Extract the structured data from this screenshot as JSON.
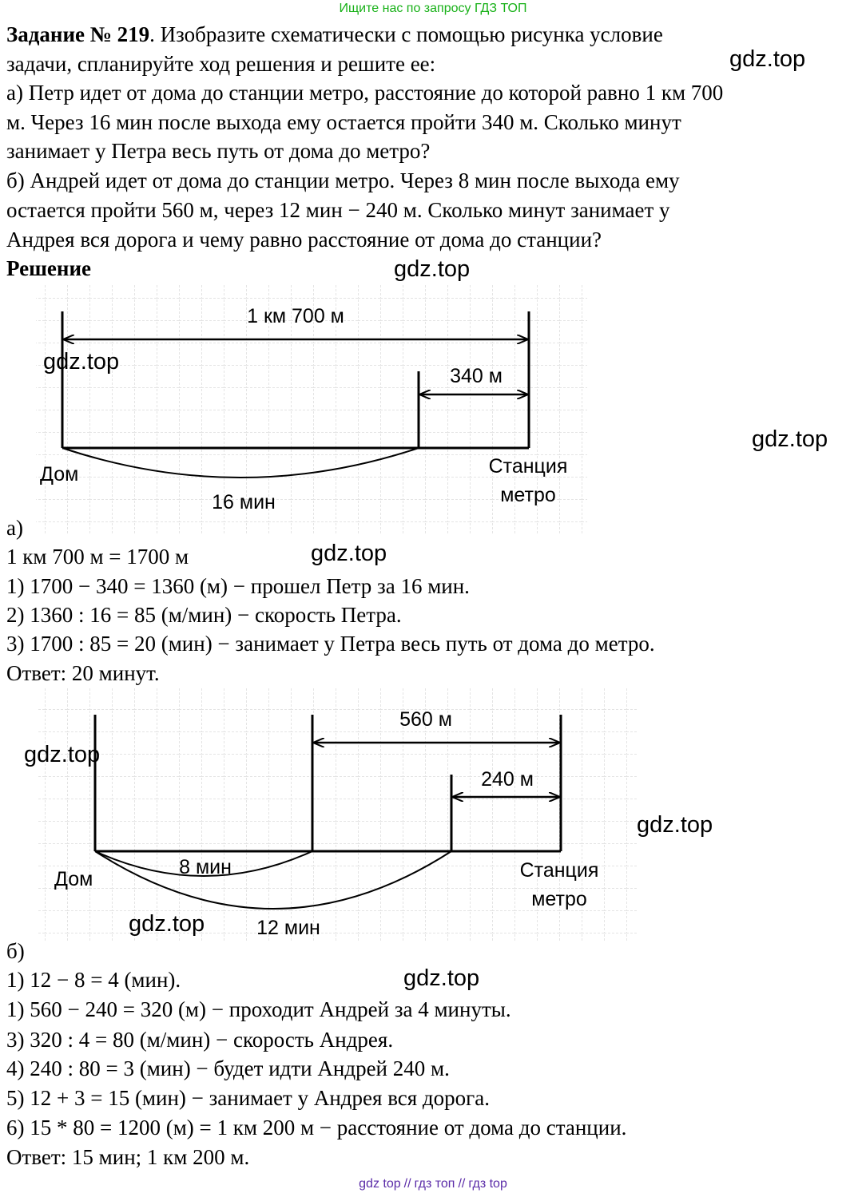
{
  "top_link": "Ищите нас по запросу ГДЗ ТОП",
  "task": {
    "title": "Задание № 219",
    "intro_line1_rest": ". Изобразите схематически с помощью рисунка условие",
    "intro_line2": "задачи, спланируйте ход решения и решите ее:",
    "a_lines": [
      "а) Петр идет от дома до станции метро, расстояние до которой равно 1 км 700",
      "м. Через 16 мин после выхода ему остается пройти 340 м. Сколько минут",
      "занимает у Петра весь путь от дома до метро?"
    ],
    "b_lines": [
      "б) Андрей идет от дома до станции метро. Через 8 мин после выхода ему",
      "остается пройти 560 м, через 12 мин − 240 м. Сколько минут занимает у",
      "Андрея вся дорога и чему равно расстояние от дома до станции?"
    ]
  },
  "solution_label": "Решение",
  "watermark": "gdz.top",
  "diagram_a": {
    "total": "1 км 700 м",
    "remaining": "340 м",
    "home": "Дом",
    "station_line1": "Станция",
    "station_line2": "метро",
    "time": "16 мин"
  },
  "label_a": "а)",
  "solution_a": [
    "1 км 700 м = 1700 м",
    "1) 1700 − 340 = 1360 (м) − прошел Петр за 16 мин.",
    "2) 1360 : 16 = 85 (м/мин) − скорость Петра.",
    "3) 1700 : 85 = 20 (мин) − занимает у Петра весь путь от дома до метро.",
    "Ответ: 20 минут."
  ],
  "diagram_b": {
    "dist1": "560 м",
    "dist2": "240 м",
    "home": "Дом",
    "station_line1": "Станция",
    "station_line2": "метро",
    "time1": "8 мин",
    "time2": "12 мин"
  },
  "label_b": "б)",
  "solution_b": [
    "1) 12 − 8 = 4 (мин).",
    "1) 560 − 240 = 320 (м) − проходит Андрей за 4 минуты.",
    "3) 320 : 4 = 80 (м/мин) − скорость Андрея.",
    "4) 240 : 80 = 3 (мин) − будет идти Андрей 240 м.",
    "5) 12 + 3 = 15 (мин) − занимает у Андрея вся дорога.",
    "6) 15 * 80 = 1200 (м) = 1 км 200 м − расстояние от дома до станции.",
    "Ответ: 15 мин; 1 км 200 м."
  ],
  "bottom_links": {
    "part1": "gdz top",
    "sep": "//",
    "part2": "гдз топ",
    "part3": "гдз top"
  }
}
